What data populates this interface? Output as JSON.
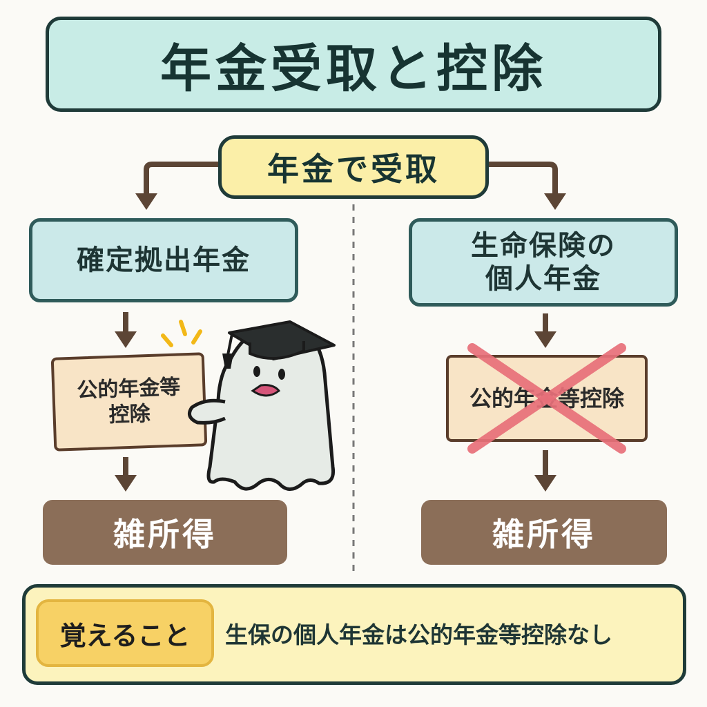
{
  "title": "年金受取と控除",
  "root": {
    "label": "年金で受取"
  },
  "left_branch": {
    "type_label": "確定拠出年金",
    "deduction_label": "公的年金等\n控除",
    "income_label": "雑所得"
  },
  "right_branch": {
    "type_label": "生命保険の\n個人年金",
    "deduction_label": "公的年金等控除",
    "deduction_status": "not applicable",
    "income_label": "雑所得"
  },
  "memo": {
    "badge": "覚えること",
    "text": "生保の個人年金は公的年金等控除なし"
  },
  "colors": {
    "title_bg": "#c8ece6",
    "root_bg": "#fbefa8",
    "box_bg": "#cbe9e9",
    "deduction_bg": "#f8e4c6",
    "income_bg": "#8b6e58",
    "arrow": "#5c4535",
    "cross": "#e8707a",
    "memo_bg": "#fcf3bd",
    "badge_bg": "#f7d165"
  },
  "icons": {
    "mascot": "ghost-graduate-icon",
    "cross": "cross-mark-icon"
  }
}
